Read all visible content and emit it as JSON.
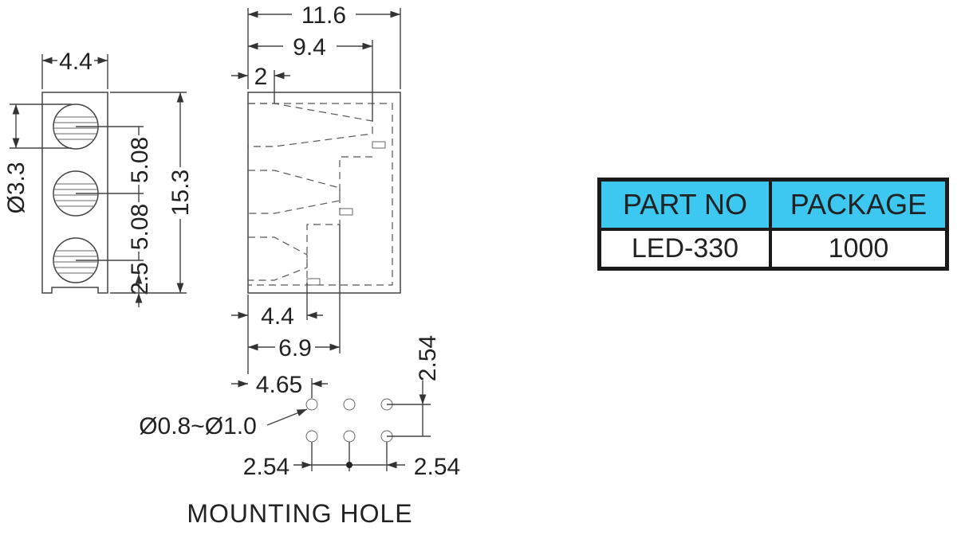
{
  "dimensions": {
    "overall_length": "11.6",
    "inner_length": "9.4",
    "pin_offset": "2",
    "front_width": "4.4",
    "led_diameter": "Ø3.3",
    "pitch_upper": "5.08",
    "pitch_lower": "5.08",
    "overall_height": "15.3",
    "bottom_offset": "2.5",
    "depth_a": "4.4",
    "depth_b": "6.9",
    "hole_offset": "4.65",
    "hole_pitch_vertical": "2.54",
    "hole_diameter": "Ø0.8~Ø1.0",
    "hole_pitch_left": "2.54",
    "hole_pitch_right": "2.54"
  },
  "mounting_hole_label": "MOUNTING HOLE",
  "table": {
    "headers": [
      "PART NO",
      "PACKAGE"
    ],
    "row": [
      "LED-330",
      "1000"
    ]
  },
  "colors": {
    "table_header": "#3cc8f0",
    "line": "#444444"
  }
}
